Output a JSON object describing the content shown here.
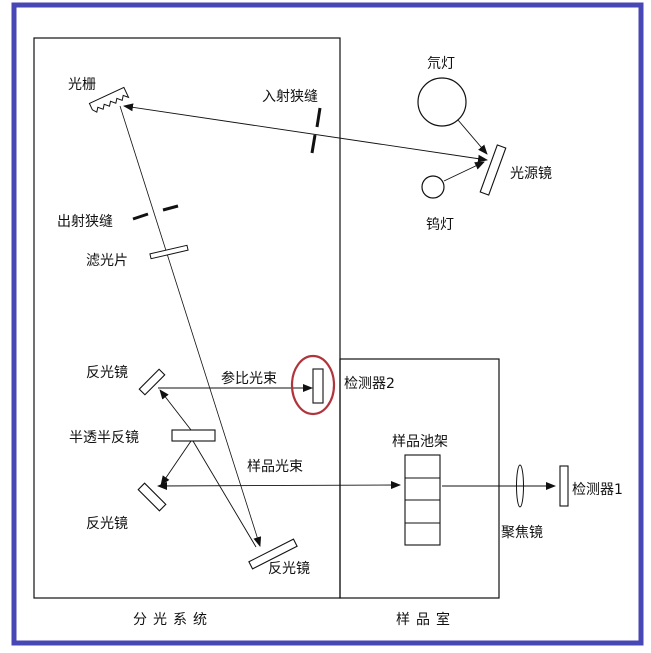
{
  "colors": {
    "frame": "#4747b5",
    "highlight": "#b0343c",
    "line": "#111111"
  },
  "labels": {
    "grating": "光栅",
    "entrance_slit": "入射狭缝",
    "exit_slit": "出射狭缝",
    "filter": "滤光片",
    "deuterium_lamp": "氘灯",
    "tungsten_lamp": "钨灯",
    "source_mirror": "光源镜",
    "mirror_top": "反光镜",
    "reference_beam": "参比光束",
    "detector2": "检测器2",
    "beam_splitter": "半透半反镜",
    "sample_beam": "样品光束",
    "mirror_bottom_left": "反光镜",
    "mirror_bottom_right": "反光镜",
    "cell_holder": "样品池架",
    "focusing_lens": "聚焦镜",
    "detector1": "检测器1"
  },
  "sections": {
    "monochromator": "分光系统",
    "sample_chamber": "样品室"
  }
}
